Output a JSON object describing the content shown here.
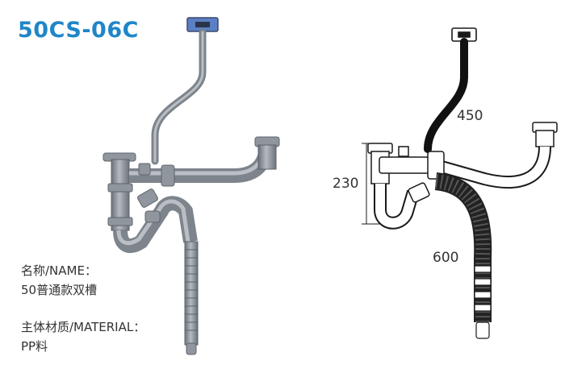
{
  "header": {
    "model_code": "50CS-06C"
  },
  "specs": {
    "name_label": "名称/NAME：",
    "name_value": "50普通款双槽",
    "material_label": "主体材质/MATERIAL：",
    "material_value": "PP料"
  },
  "dimensions": {
    "overflow_hose": "450",
    "height": "230",
    "drain_hose": "600"
  },
  "colors": {
    "brand_blue": "#1f86c8",
    "pipe_gray": "#8f969d",
    "pipe_dark": "#5d646b",
    "line_art": "#1a1a1a",
    "overflow_plate": "#5b7fc4"
  }
}
